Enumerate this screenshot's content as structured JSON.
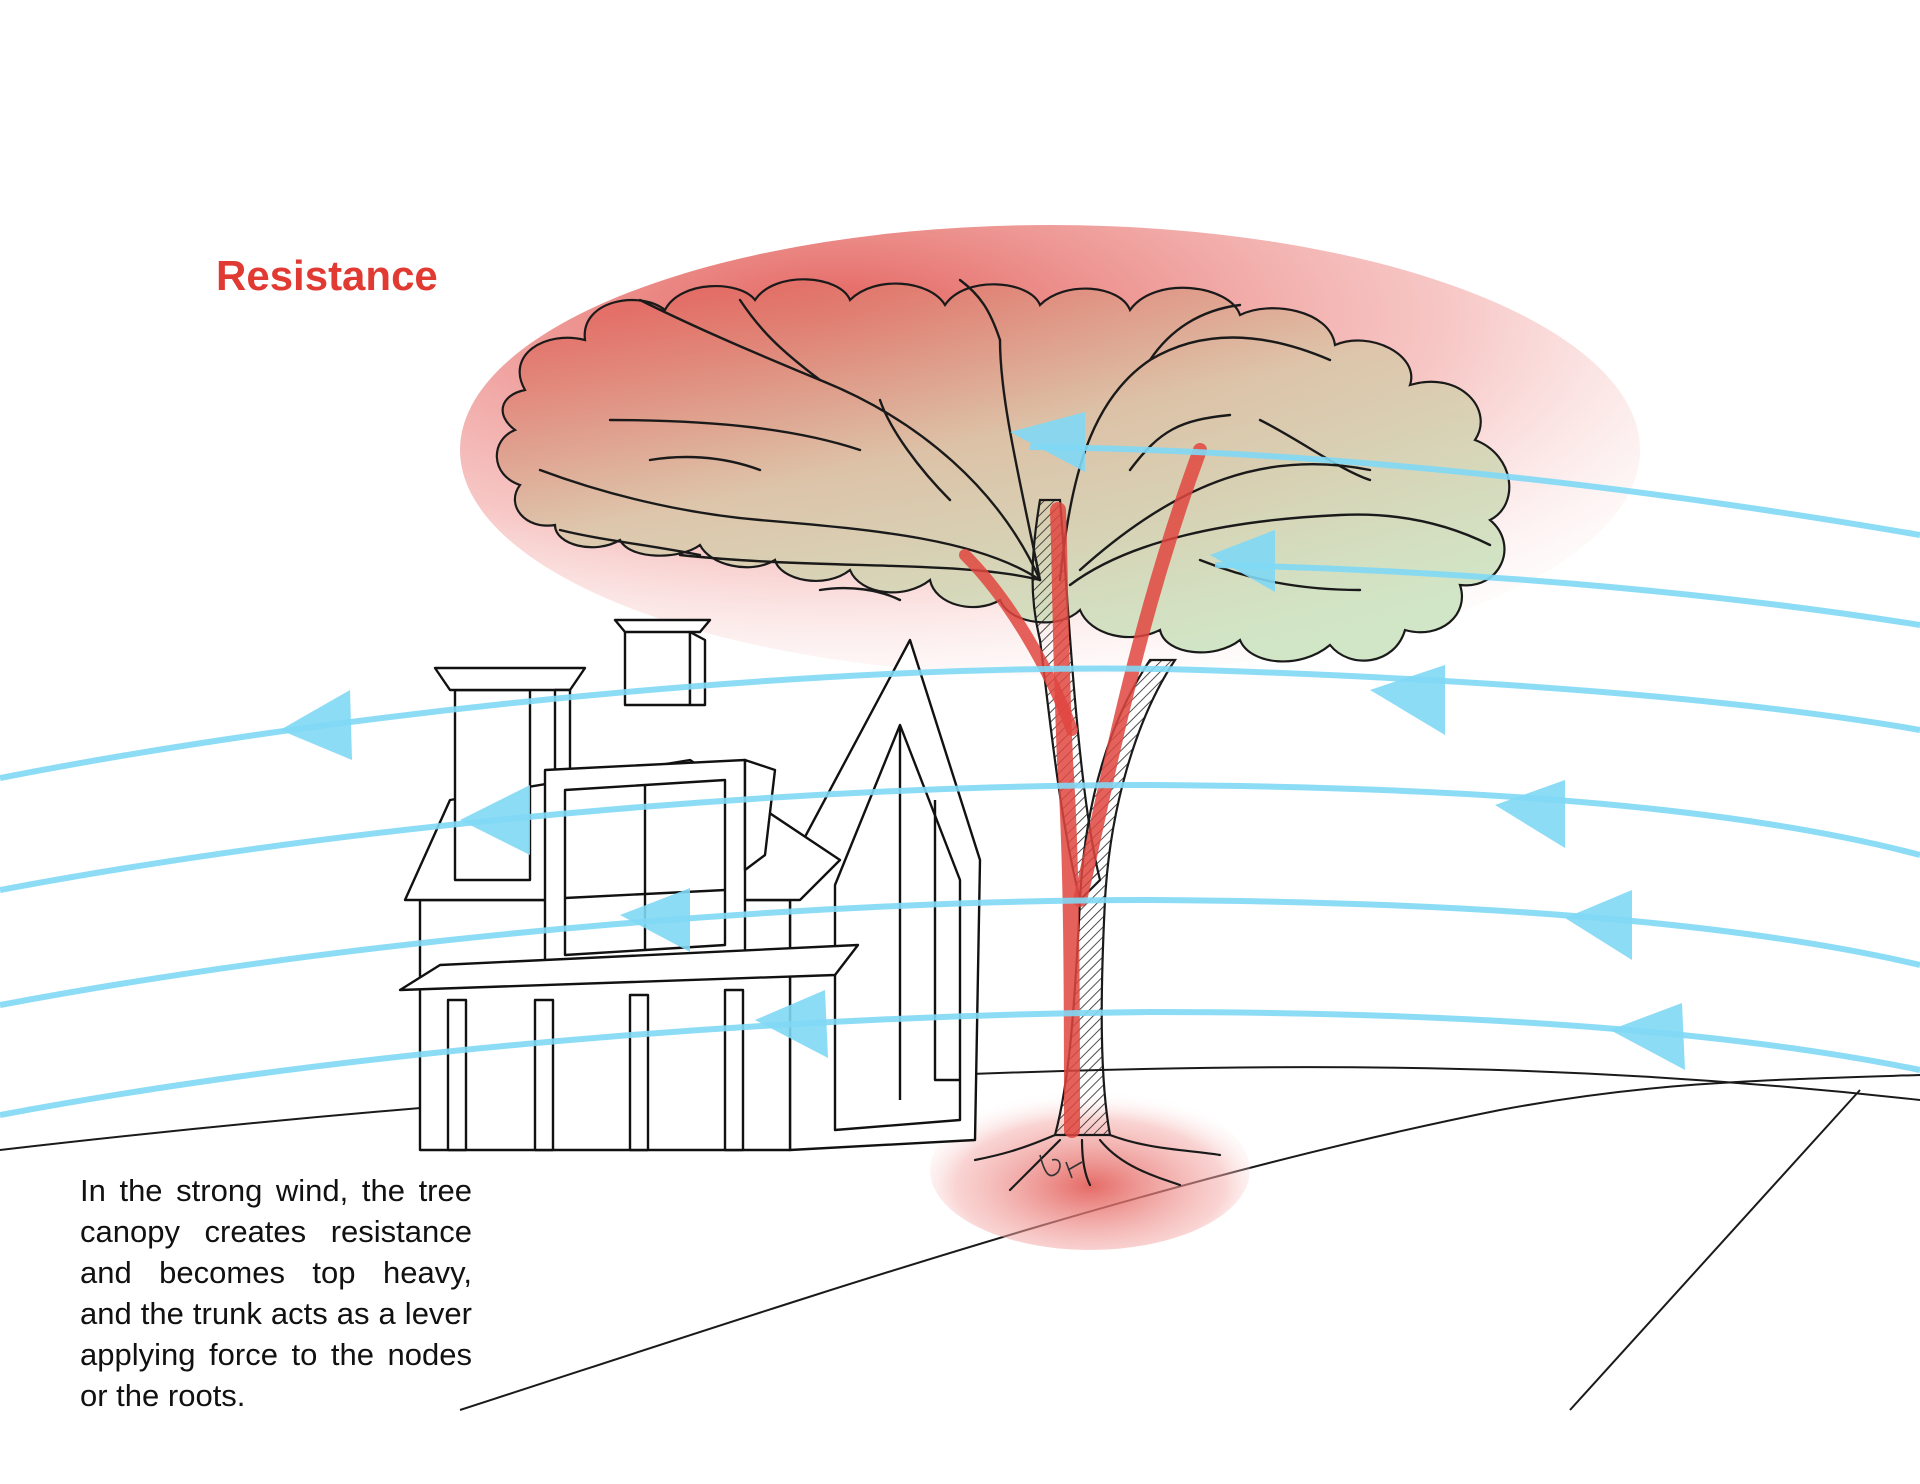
{
  "title": "Resistance",
  "caption": "In the strong wind, the tree canopy creates resistance and becomes top heavy, and the trunk acts as a lever applying force to the nodes or the roots.",
  "colors": {
    "title": "#e03a33",
    "wind": "#7fd8f5",
    "resistance": "#e05a55",
    "canopy": "#cfe3b8",
    "line": "#111111"
  },
  "icons": {
    "wind_arrow": "triangle-pointing-left",
    "ground_signature": "handwritten-initials"
  }
}
